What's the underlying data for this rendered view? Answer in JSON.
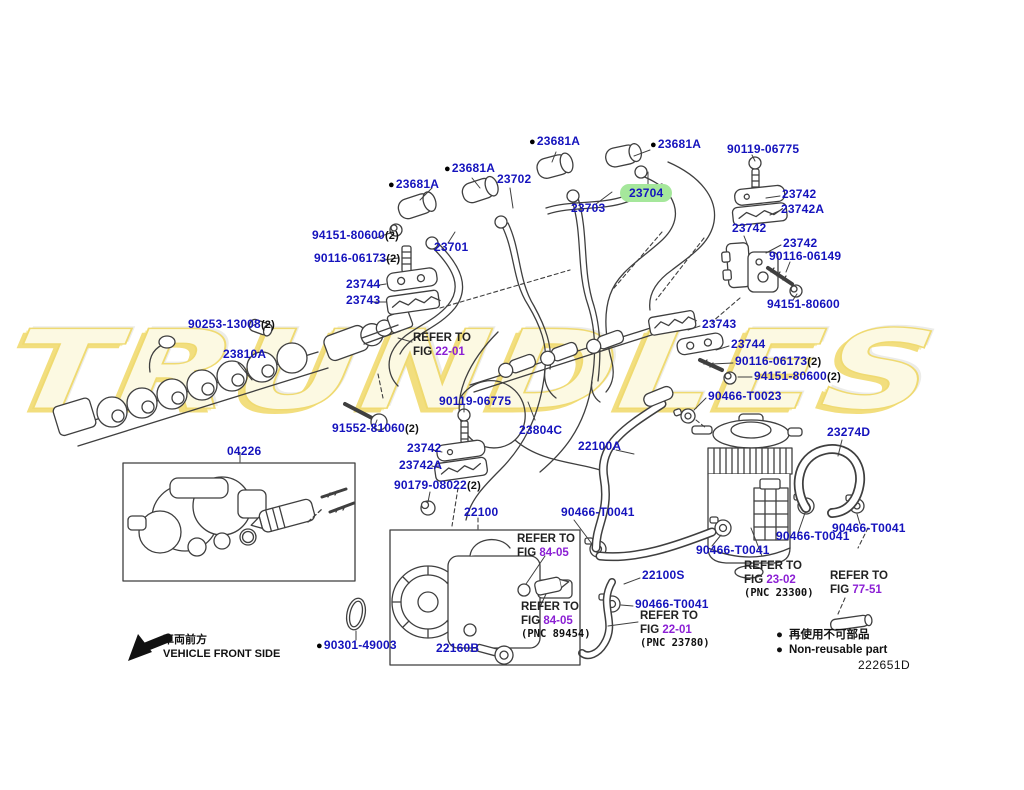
{
  "watermark": "TRUNDLES",
  "bullet_glyph": "●",
  "code": "222651D",
  "colors": {
    "part_label": "#1513bd",
    "fig_ref": "#8b1fd4",
    "highlight": "#a5e79b",
    "line_art": "#3f3f3f"
  },
  "front_note": {
    "jp": "車両前方",
    "en": "VEHICLE FRONT SIDE"
  },
  "legend": {
    "jp": "再使用不可部品",
    "en": "Non-reusable part"
  },
  "labels": [
    {
      "text": "23681A",
      "bullet": true
    },
    {
      "text": "23681A",
      "bullet": true
    },
    {
      "text": "23681A",
      "bullet": true
    },
    {
      "text": "23681A",
      "bullet": true
    },
    {
      "text": "23702"
    },
    {
      "text": "23703"
    },
    {
      "text": "23704",
      "highlight": true
    },
    {
      "text": "23701"
    },
    {
      "text": "90119-06775"
    },
    {
      "text": "23742"
    },
    {
      "text": "23742A"
    },
    {
      "text": "23742"
    },
    {
      "text": "23742"
    },
    {
      "text": "90116-06149"
    },
    {
      "text": "94151-80600"
    },
    {
      "text": "94151-80600",
      "qty": "(2)"
    },
    {
      "text": "90116-06173",
      "qty": "(2)"
    },
    {
      "text": "23744"
    },
    {
      "text": "23743"
    },
    {
      "text": "90253-13008",
      "qty": "(2)"
    },
    {
      "text": "23810A"
    },
    {
      "text": "23743"
    },
    {
      "text": "23744"
    },
    {
      "text": "90116-06173",
      "qty": "(2)"
    },
    {
      "text": "94151-80600",
      "qty": "(2)"
    },
    {
      "text": "91552-81060",
      "qty": "(2)"
    },
    {
      "text": "90119-06775"
    },
    {
      "text": "23804C"
    },
    {
      "text": "22100A"
    },
    {
      "text": "90466-T0023"
    },
    {
      "text": "23742"
    },
    {
      "text": "23742A"
    },
    {
      "text": "90179-08022",
      "qty": "(2)"
    },
    {
      "text": "04226"
    },
    {
      "text": "22100"
    },
    {
      "text": "90466-T0041"
    },
    {
      "text": "22160B"
    },
    {
      "text": "23274D"
    },
    {
      "text": "90466-T0041"
    },
    {
      "text": "90466-T0041"
    },
    {
      "text": "90466-T0041"
    },
    {
      "text": "22100S"
    },
    {
      "text": "90466-T0041"
    },
    {
      "text": "90301-49003",
      "bullet": true
    }
  ],
  "refs": [
    {
      "prefix": "REFER TO",
      "fig_label": "FIG",
      "fig": "22-01",
      "pnc": ""
    },
    {
      "prefix": "REFER TO",
      "fig_label": "FIG",
      "fig": "84-05",
      "pnc": ""
    },
    {
      "prefix": "REFER TO",
      "fig_label": "FIG",
      "fig": "84-05",
      "pnc": "(PNC 89454)"
    },
    {
      "prefix": "REFER TO",
      "fig_label": "FIG",
      "fig": "23-02",
      "pnc": "(PNC 23300)"
    },
    {
      "prefix": "REFER TO",
      "fig_label": "FIG",
      "fig": "77-51",
      "pnc": ""
    },
    {
      "prefix": "REFER TO",
      "fig_label": "FIG",
      "fig": "22-01",
      "pnc": "(PNC 23780)"
    }
  ]
}
